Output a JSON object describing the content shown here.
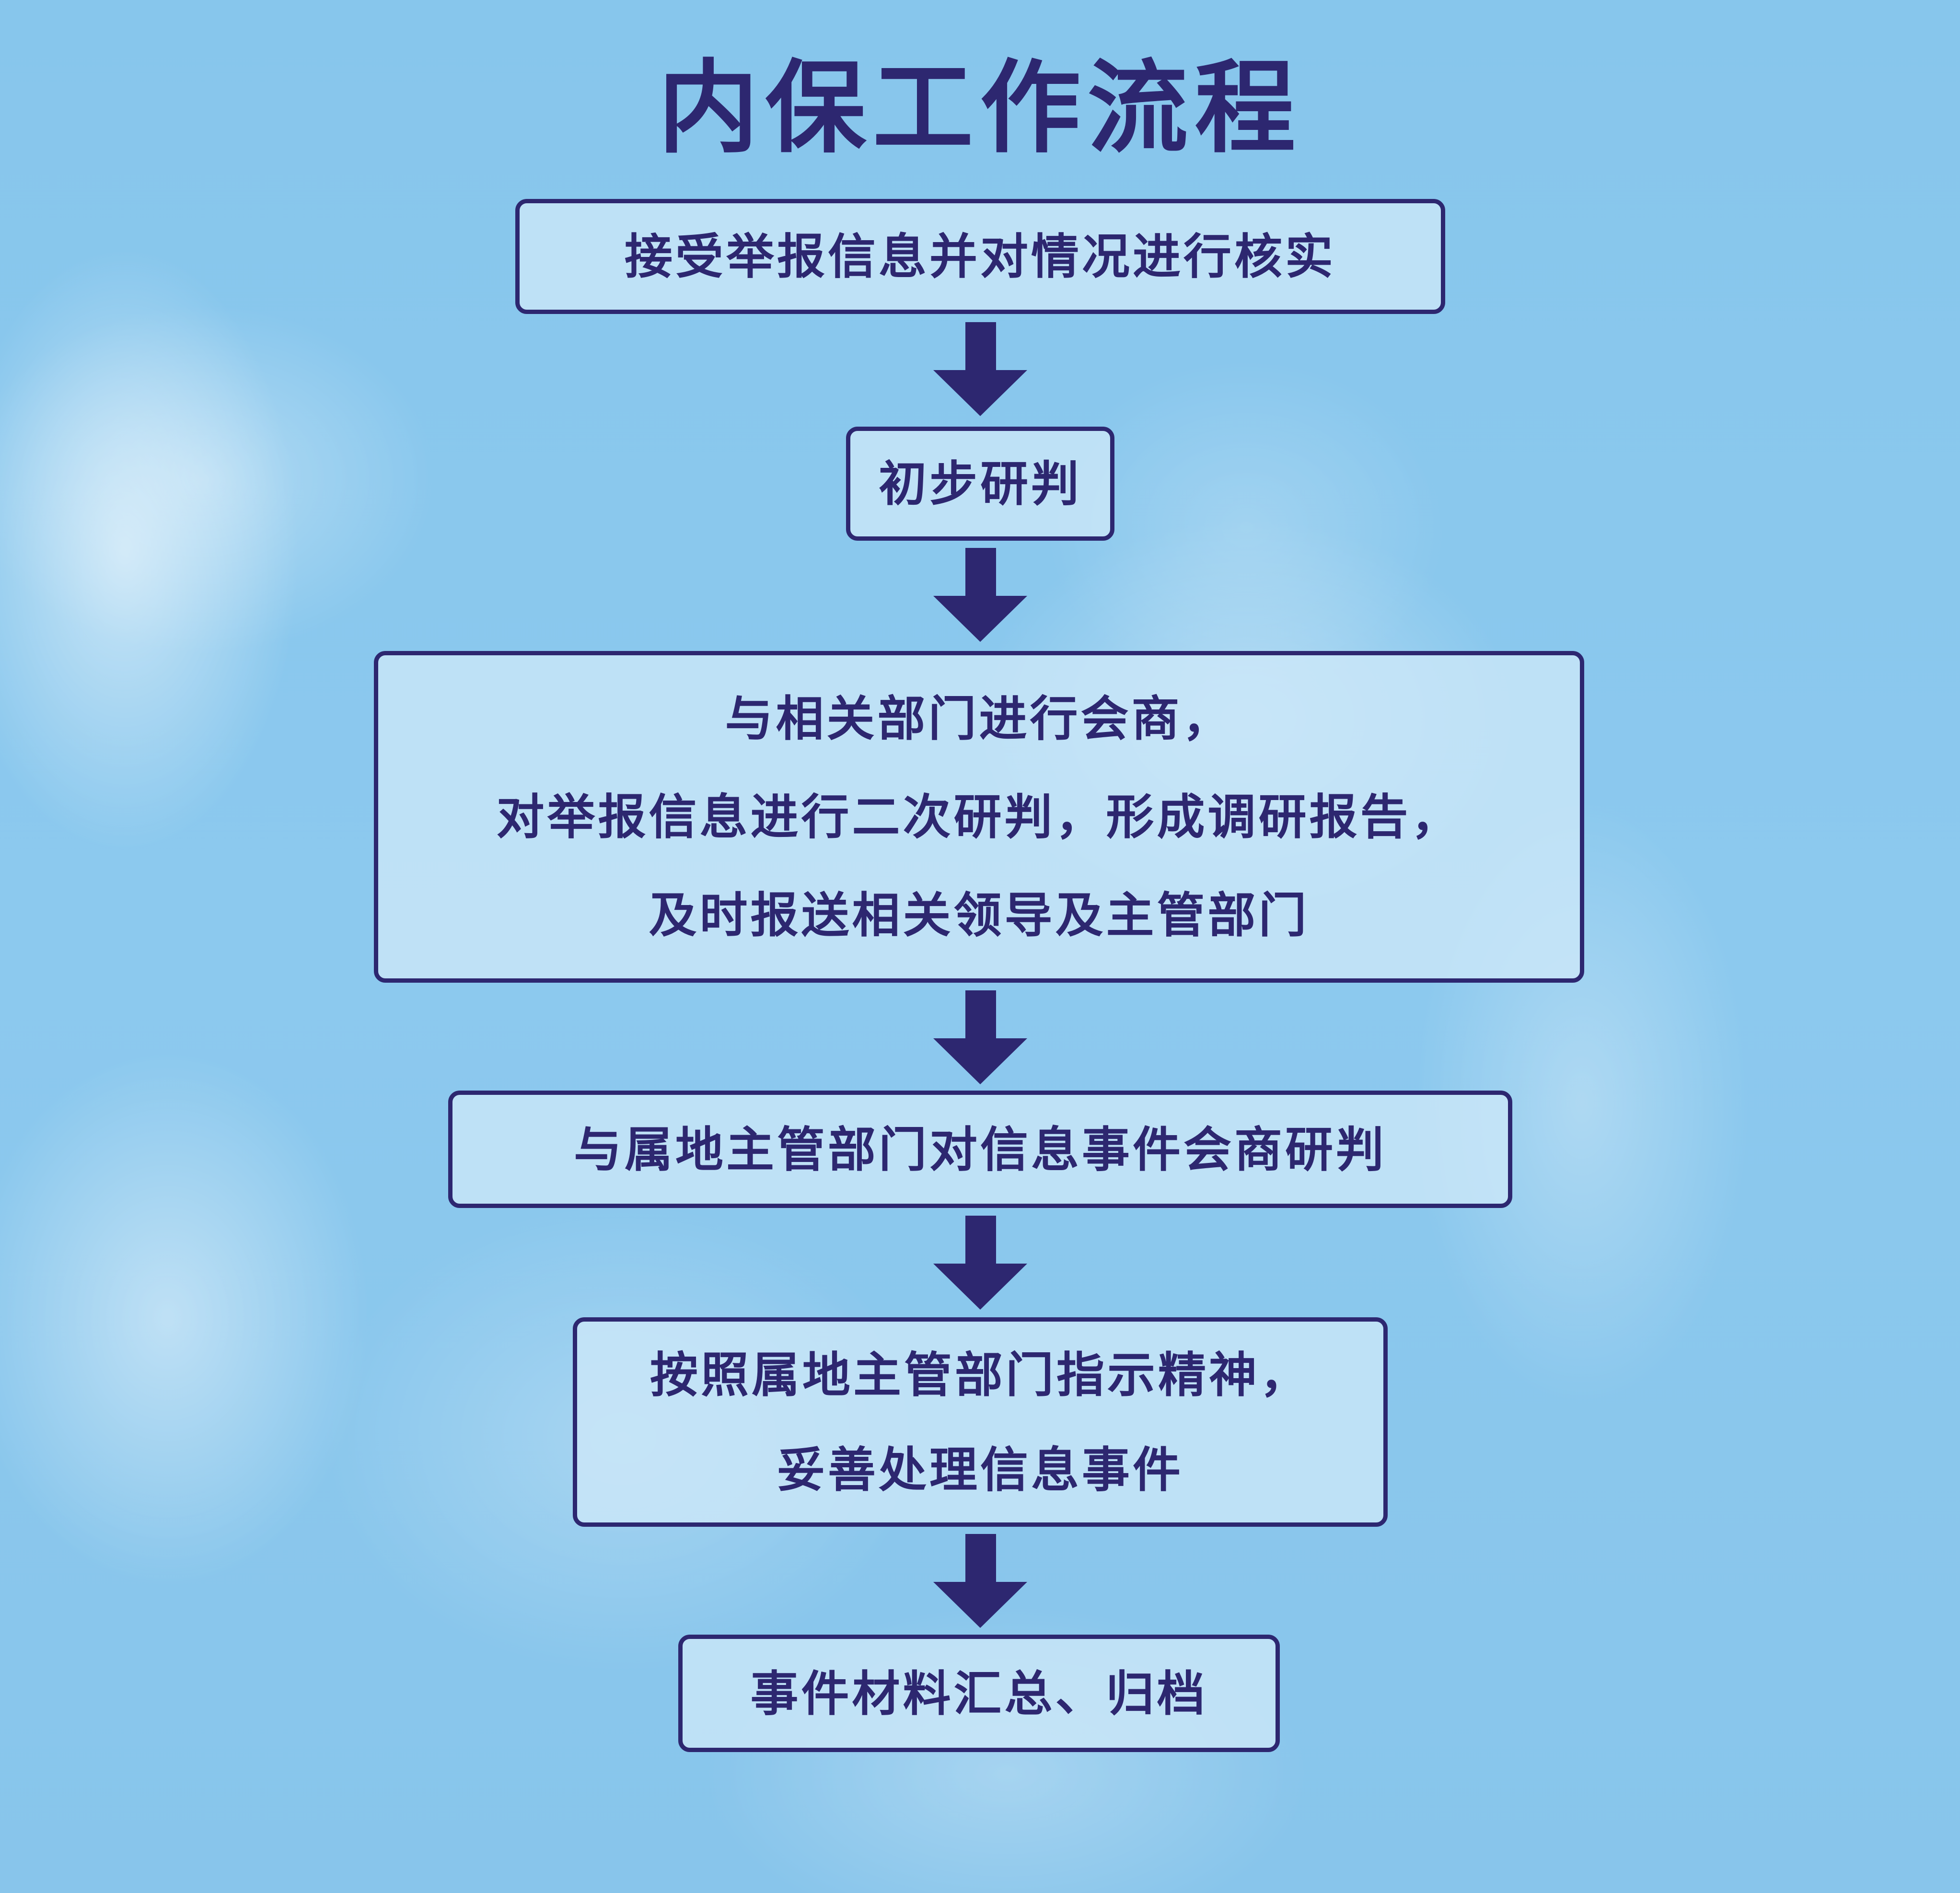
{
  "title": "内保工作流程",
  "colors": {
    "primary": "#2d2770",
    "background": "#8cc8ec",
    "box_fill": "#cde8f8"
  },
  "steps": [
    {
      "lines": [
        "接受举报信息并对情况进行核实"
      ]
    },
    {
      "lines": [
        "初步研判"
      ]
    },
    {
      "lines": [
        "与相关部门进行会商，",
        "对举报信息进行二次研判，形成调研报告，",
        "及时报送相关领导及主管部门"
      ]
    },
    {
      "lines": [
        "与属地主管部门对信息事件会商研判"
      ]
    },
    {
      "lines": [
        "按照属地主管部门指示精神，",
        "妥善处理信息事件"
      ]
    },
    {
      "lines": [
        "事件材料汇总、归档"
      ]
    }
  ],
  "connectors": [
    {
      "from": 1,
      "to": 2,
      "icon": "arrow-down-icon"
    },
    {
      "from": 2,
      "to": 3,
      "icon": "arrow-down-icon"
    },
    {
      "from": 3,
      "to": 4,
      "icon": "arrow-down-icon"
    },
    {
      "from": 4,
      "to": 5,
      "icon": "arrow-down-icon"
    },
    {
      "from": 5,
      "to": 6,
      "icon": "arrow-down-icon"
    }
  ]
}
